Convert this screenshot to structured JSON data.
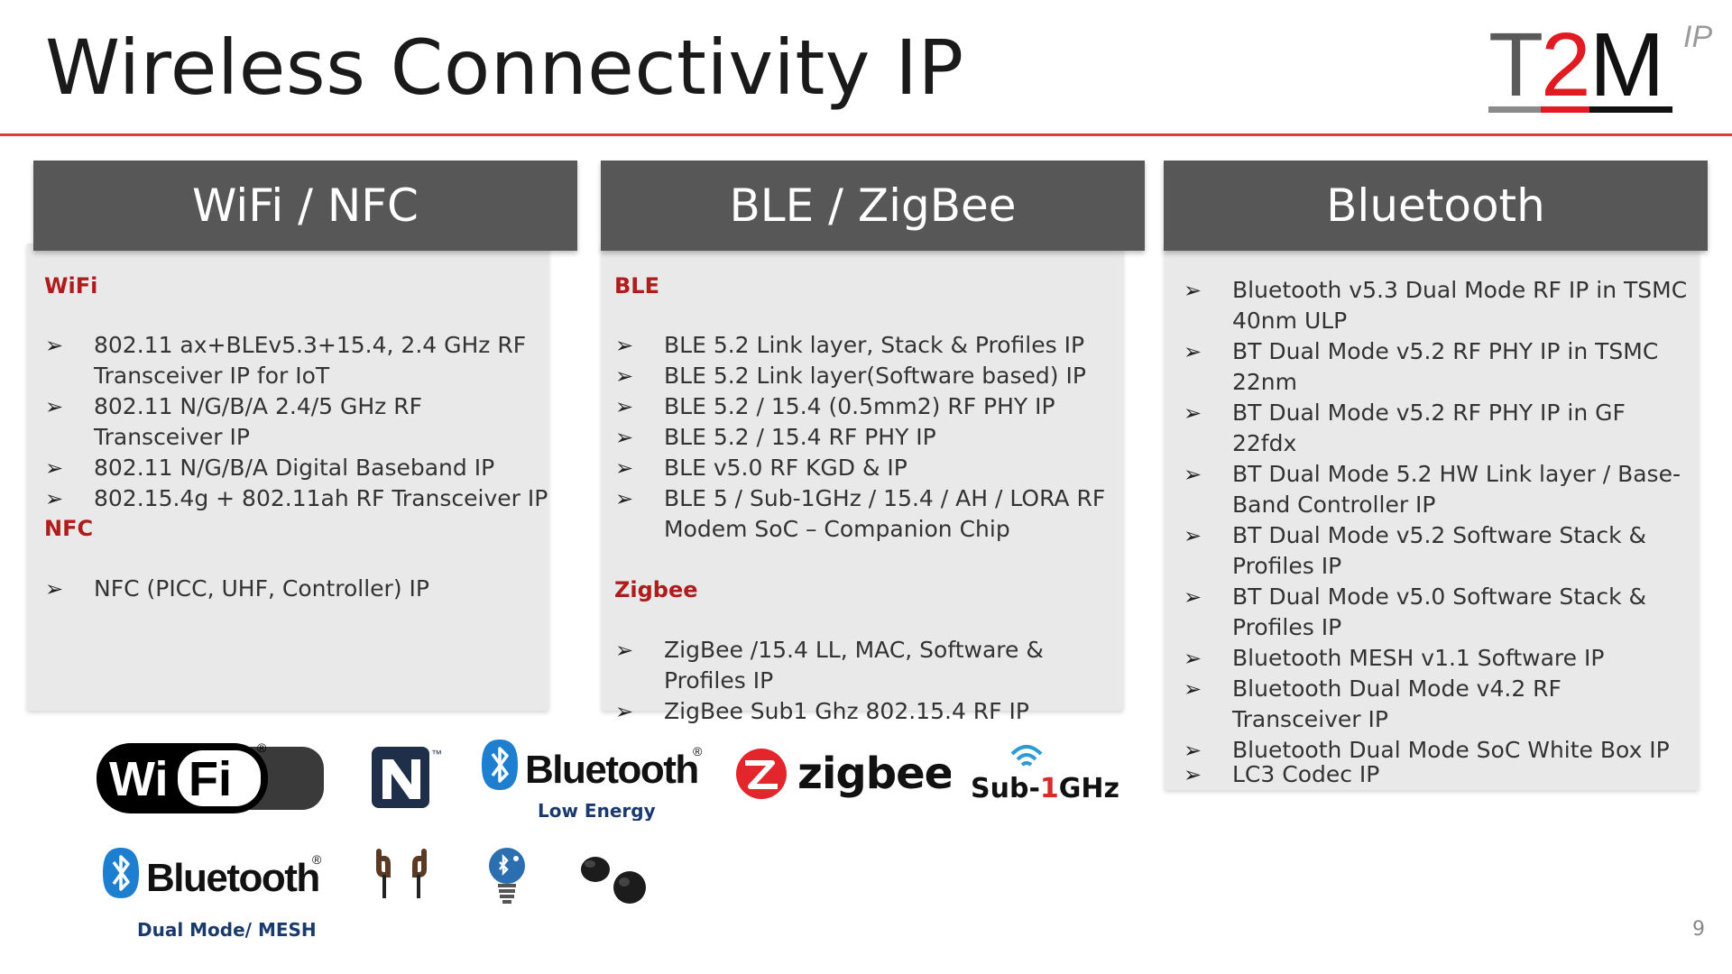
{
  "slide": {
    "title": "Wireless Connectivity IP",
    "page_number": "9",
    "accent_color": "#e13b3b",
    "header_color": "#575757",
    "section_color": "#b01c1c"
  },
  "logo": {
    "letters": [
      "T",
      "2",
      "M"
    ],
    "superscript": "IP",
    "colors": {
      "t": "#5a5a5a",
      "two": "#e11b22",
      "m": "#111111"
    }
  },
  "columns": [
    {
      "header": "WiFi / NFC",
      "sections": [
        {
          "title": "WiFi",
          "items": [
            "802.11 ax+BLEv5.3+15.4, 2.4 GHz RF Transceiver IP for IoT",
            "802.11 N/G/B/A 2.4/5 GHz RF Transceiver IP",
            "802.11 N/G/B/A Digital Baseband IP",
            "802.15.4g + 802.11ah RF Transceiver IP"
          ]
        },
        {
          "title": "NFC",
          "items": [
            "NFC (PICC, UHF, Controller) IP"
          ]
        }
      ]
    },
    {
      "header": "BLE / ZigBee",
      "sections": [
        {
          "title": "BLE",
          "items": [
            "BLE 5.2 Link layer, Stack & Profiles IP",
            "BLE 5.2 Link layer(Software based) IP",
            "BLE 5.2 / 15.4 (0.5mm2) RF PHY IP",
            "BLE 5.2 / 15.4 RF PHY IP",
            "BLE v5.0 RF KGD & IP",
            "BLE 5 / Sub-1GHz / 15.4 / AH / LORA RF Modem SoC – Companion Chip"
          ]
        },
        {
          "title": "Zigbee",
          "items": [
            "ZigBee /15.4 LL, MAC, Software & Profiles IP",
            "ZigBee Sub1 Ghz 802.15.4 RF IP"
          ]
        }
      ]
    },
    {
      "header": "Bluetooth",
      "sections": [
        {
          "title": "",
          "items": [
            "Bluetooth v5.3 Dual Mode RF IP in TSMC 40nm ULP",
            "BT Dual Mode v5.2 RF PHY IP in TSMC 22nm",
            "BT Dual Mode v5.2 RF PHY IP in GF 22fdx",
            "BT Dual Mode 5.2 HW Link layer / Base-Band Controller IP",
            "BT Dual Mode v5.2 Software Stack & Profiles IP",
            "BT Dual Mode v5.0 Software Stack & Profiles IP",
            "Bluetooth MESH v1.1 Software IP",
            "Bluetooth Dual Mode v4.2 RF Transceiver IP",
            "Bluetooth Dual Mode SoC White Box IP"
          ]
        },
        {
          "title": "",
          "items": [
            "LC3 Codec IP"
          ]
        }
      ]
    }
  ],
  "arrow_glyph": "➢",
  "logos": {
    "wifi": {
      "word_wi": "Wi",
      "word_fi": "Fi",
      "registered": "®"
    },
    "nfc": {
      "letter": "N",
      "tm": "™"
    },
    "ble": {
      "word": "Bluetooth",
      "registered": "®",
      "caption": "Low Energy",
      "color": "#1e7ecf"
    },
    "zigbee": {
      "word": "zigbee",
      "color": "#e3262c"
    },
    "sub1ghz": {
      "word_a": "Sub-",
      "word_b": "1",
      "word_c": "GHz",
      "accent": "#d62c2c",
      "wave_color": "#2b9bd6"
    },
    "bt": {
      "word": "Bluetooth",
      "registered": "®",
      "caption": "Dual Mode/ MESH"
    }
  }
}
